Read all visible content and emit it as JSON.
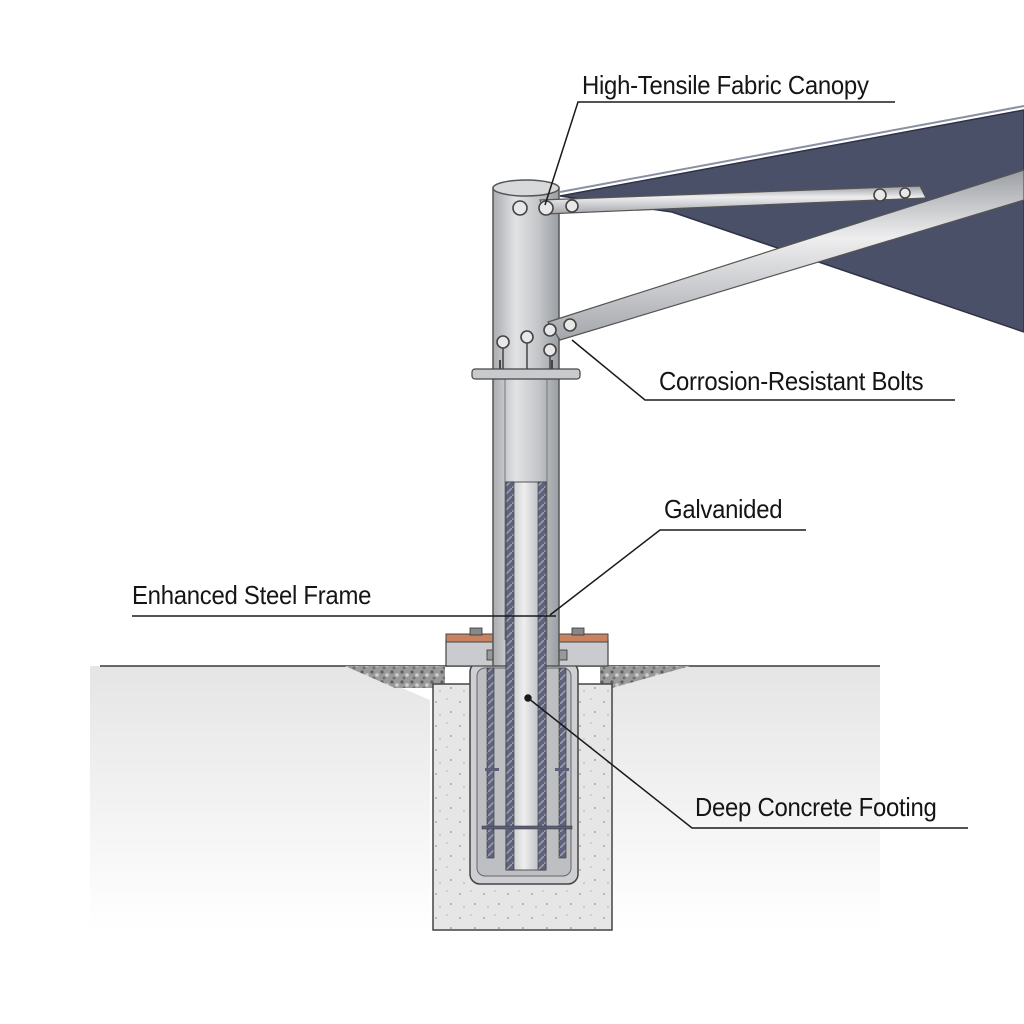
{
  "diagram": {
    "subject": "Cantilever shade structure pole with buried concrete foundation",
    "colors": {
      "canopy": "#4a5068",
      "steel": "#c4c6c9",
      "steel_dark": "#8e9196",
      "rebar": "#5b6078",
      "concrete": "#e3e3e3",
      "gravel": "#8a8a8a",
      "bearing_pad": "#c9825f",
      "leader_line": "#1a1a1a"
    },
    "callouts": [
      {
        "id": "canopy",
        "text": "High-Tensile Fabric Canopy"
      },
      {
        "id": "bolts",
        "text": "Corrosion-Resistant Bolts"
      },
      {
        "id": "galvanized",
        "text": "Galvanided"
      },
      {
        "id": "frame",
        "text": "Enhanced Steel Frame"
      },
      {
        "id": "footing",
        "text": "Deep Concrete Footing"
      }
    ]
  }
}
